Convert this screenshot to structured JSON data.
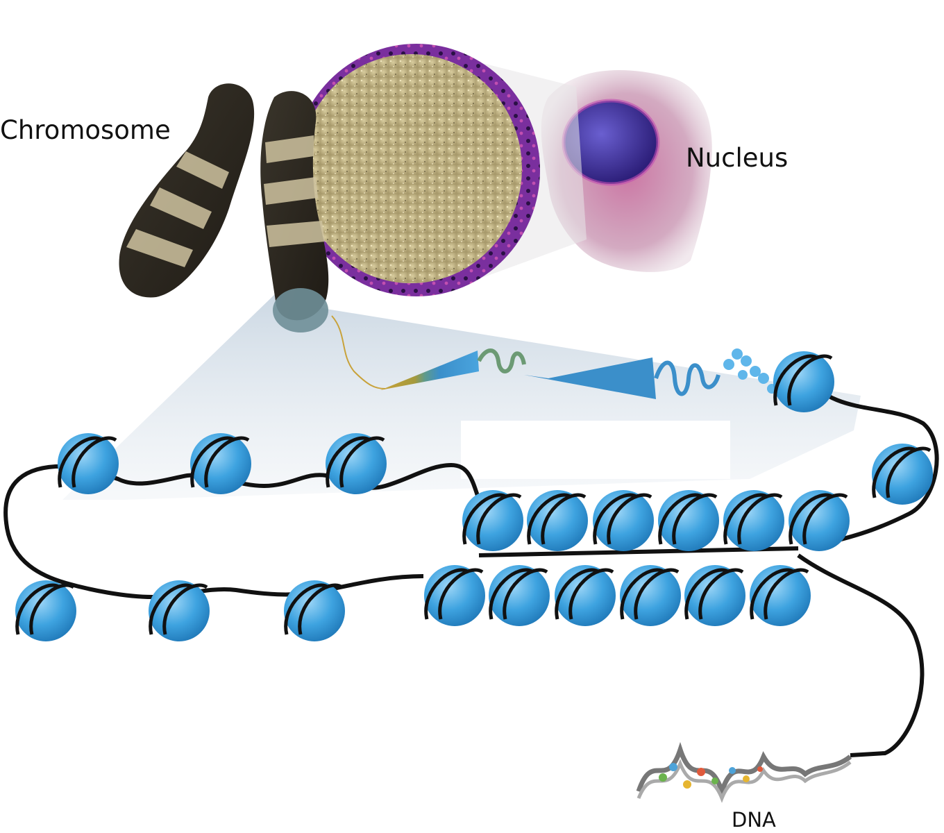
{
  "labels": {
    "chromosome": "Chromosome",
    "nucleus": "Nucleus",
    "dna": "DNA"
  },
  "colors": {
    "nucleosome": "#3ea3e0",
    "dna_strand": "#111111",
    "nucleus_shell": "#7a2f9e",
    "nucleus_interior": "#c9bb8a",
    "chromosome_dark": "#2e2a22",
    "chromosome_light": "#cfc3a0",
    "cell": "#c77aa6",
    "fiber_gold": "#c8a23a",
    "fiber_blue": "#3b8fca",
    "zoom_wedge": "#d7e1ea"
  },
  "icons": {
    "nucleosome": "nucleosome-icon",
    "dna_helix": "dna-double-helix-icon",
    "chromosome": "chromosome-icon",
    "cell": "cell-icon"
  }
}
